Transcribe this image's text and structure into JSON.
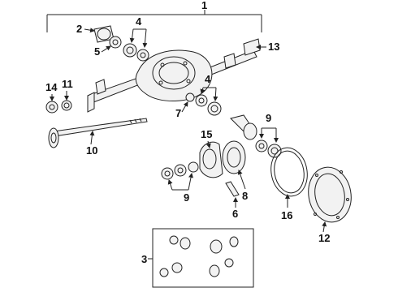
{
  "diagram": {
    "callouts": {
      "c1": "1",
      "c2": "2",
      "c3": "3",
      "c4a": "4",
      "c4b": "4",
      "c5": "5",
      "c6": "6",
      "c7": "7",
      "c8": "8",
      "c9a": "9",
      "c9b": "9",
      "c10": "10",
      "c11": "11",
      "c12": "12",
      "c13": "13",
      "c14": "14",
      "c15": "15",
      "c16": "16"
    }
  }
}
